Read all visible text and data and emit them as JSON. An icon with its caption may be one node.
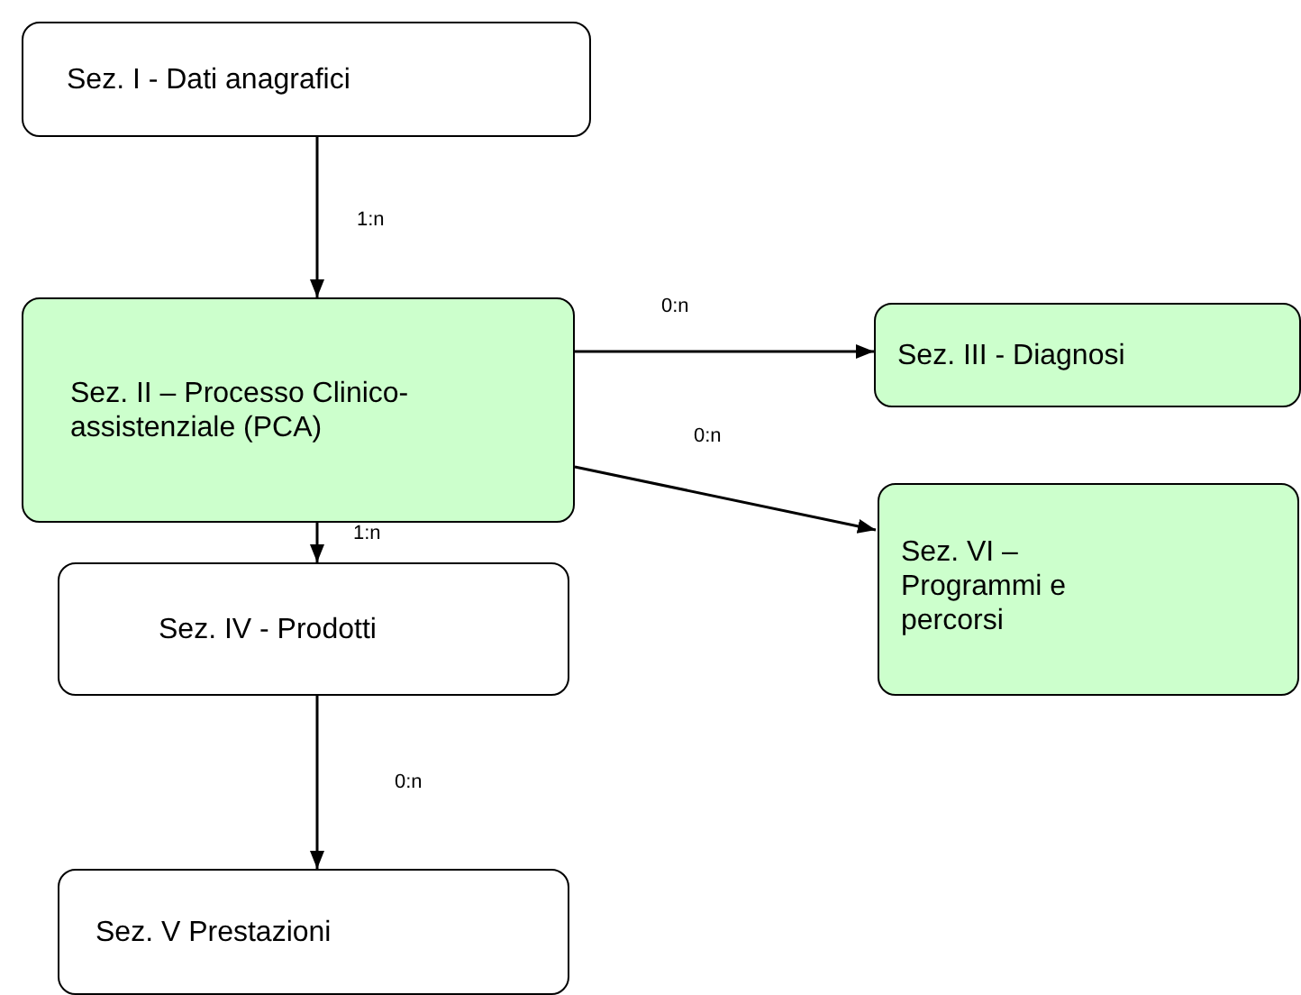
{
  "diagram": {
    "nodes": [
      {
        "text": [
          "Sez. I - Dati anagrafici"
        ]
      },
      {
        "text": [
          "Sez. II – Processo Clinico-assistenziale (PCA)"
        ]
      },
      {
        "text": [
          "Sez. III - Diagnosi"
        ]
      },
      {
        "text": [
          "Sez. VI – Programmi e percorsi"
        ]
      },
      {
        "text": [
          "Sez. IV - Prodotti"
        ]
      },
      {
        "text": [
          "Sez. V Prestazioni"
        ]
      }
    ],
    "edges": [
      {
        "from": 0,
        "to": 1,
        "arrow": "to",
        "label": "1:n"
      },
      {
        "from": 1,
        "to": 2,
        "arrow": "to",
        "label": "0:n"
      },
      {
        "from": 1,
        "to": 3,
        "arrow": "to",
        "label": "0:n"
      },
      {
        "from": 1,
        "to": 4,
        "arrow": "to",
        "label": "1:n"
      },
      {
        "from": 4,
        "to": 5,
        "arrow": "to",
        "label": "0:n"
      }
    ]
  }
}
